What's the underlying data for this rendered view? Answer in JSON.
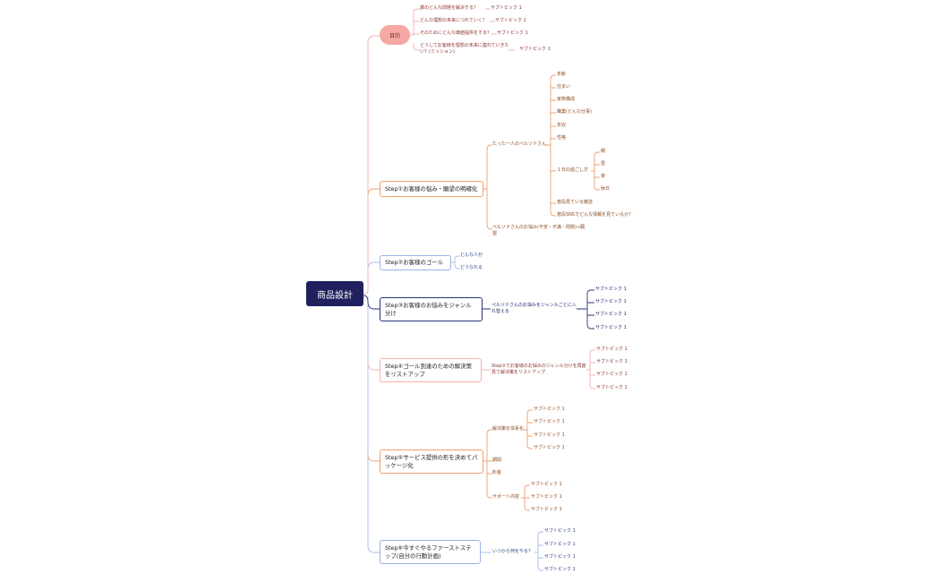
{
  "root": "商品設計",
  "purpose": {
    "label": "目的",
    "items": [
      {
        "text": "誰のどんな問題を解決する？",
        "sub": "サブトピック 1"
      },
      {
        "text": "どんな理想の未来につれていく？",
        "sub": "サブトピック 1"
      },
      {
        "text": "そのためにどんな価値提供をする？",
        "sub": "サブトピック 1"
      },
      {
        "text": "どうしてお客様を理想の未来に連れていきたい？(ミッション)",
        "sub": "サブトピック 1"
      }
    ]
  },
  "step1": {
    "label": "Step①お客様の悩み・願望の明確化",
    "persona": "たった一人のペルソナさん",
    "attrs": [
      "年齢",
      "住まい",
      "家族構成",
      "職業(どんな仕事)",
      "年収",
      "性格",
      "１日の過ごし方",
      "普段見ている雑誌",
      "普段SNSでどんな情報を見ているか？"
    ],
    "day": [
      "朝",
      "昼",
      "夜",
      "休日"
    ],
    "worry": "ペルソナさんのお悩み(不安・不満・問題)→願望"
  },
  "step2": {
    "label": "Step②お客様のゴール",
    "items": [
      "どんな人が",
      "どうなれる"
    ]
  },
  "step3": {
    "label": "Step③お客様のお悩みをジャンル分け",
    "mid": "ペルソナさんのお悩みをジャンルごとに入れ替える",
    "subs": [
      "サブトピック 1",
      "サブトピック 1",
      "サブトピック 1",
      "サブトピック 1"
    ]
  },
  "step4": {
    "label": "Step④ゴール到達のための解決策をリストアップ",
    "mid": "Step③でお客様のお悩みのジャンル分けを再度見て解決策をリストアップ",
    "subs": [
      "サブトピック 1",
      "サブトピック 1",
      "サブトピック 1",
      "サブトピック 1"
    ]
  },
  "step5": {
    "label": "Step⑤サービス提供の形を決めてパッケージ化",
    "systematize": "解決策を体系化",
    "sys_subs": [
      "サブトピック 1",
      "サブトピック 1",
      "サブトピック 1",
      "サブトピック 1"
    ],
    "period": "期間",
    "price": "料金",
    "support": "サポート内容",
    "support_subs": [
      "サブトピック 1",
      "サブトピック 1",
      "サブトピック 1"
    ]
  },
  "step6": {
    "label": "Step⑥今すぐやるファーストステップ(自分の行動計画)",
    "mid": "いつから何をやる？",
    "subs": [
      "サブトピック 1",
      "サブトピック 1",
      "サブトピック 1",
      "サブトピック 1"
    ]
  },
  "colors": {
    "root": "#20205e",
    "purpose": "#f5a8a4",
    "orange": "#f0a070",
    "pink": "#f4b3b0",
    "blue": "#9cb3e6",
    "navy": "#2a3180",
    "trunk": "#a7bdea"
  }
}
